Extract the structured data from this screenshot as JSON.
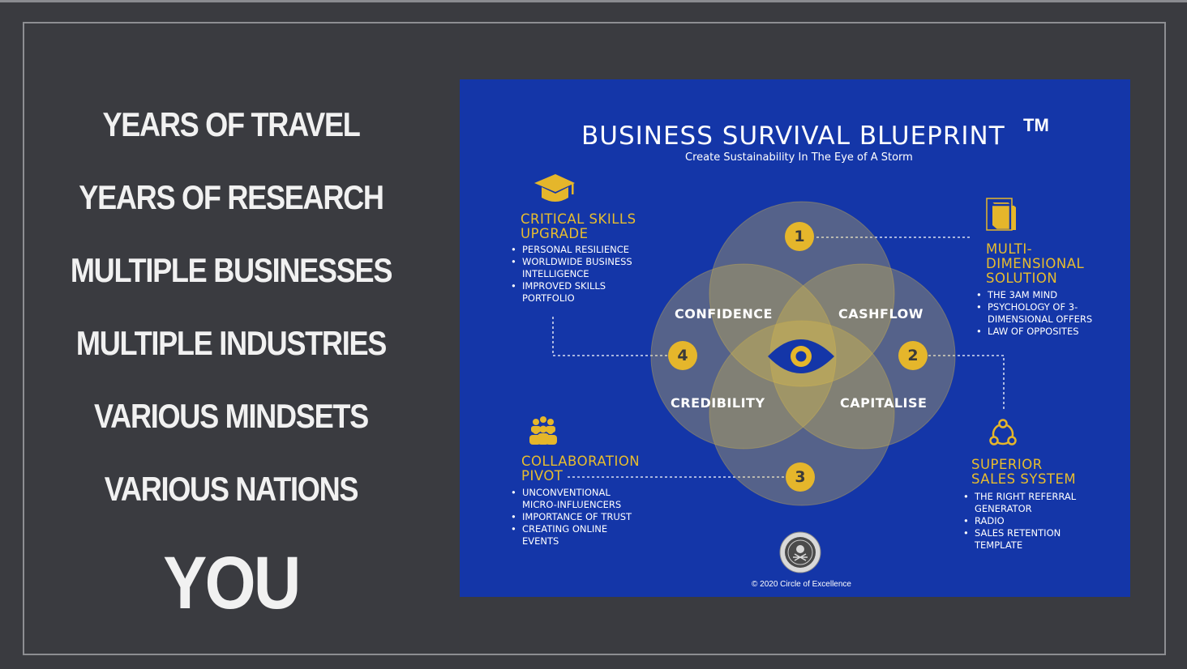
{
  "left_lines": [
    "YEARS OF TRAVEL",
    "YEARS OF RESEARCH",
    "MULTIPLE BUSINESSES",
    "MULTIPLE INDUSTRIES",
    "VARIOUS MINDSETS",
    "VARIOUS NATIONS"
  ],
  "you_label": "YOU",
  "blueprint": {
    "title": "BUSINESS SURVIVAL BLUEPRINT",
    "tm": "TM",
    "subtitle": "Create Sustainability In The Eye of A Storm",
    "venn_labels": [
      "CONFIDENCE",
      "CASHFLOW",
      "CREDIBILITY",
      "CAPITALISE"
    ],
    "numbers": [
      "1",
      "2",
      "3",
      "4"
    ],
    "sections": {
      "critical_skills": {
        "heading": [
          "CRITICAL SKILLS",
          "UPGRADE"
        ],
        "items": [
          "PERSONAL RESILIENCE",
          "WORLDWIDE BUSINESS",
          "INTELLIGENCE",
          "IMPROVED SKILLS",
          "PORTFOLIO"
        ]
      },
      "multi_dimensional": {
        "heading": [
          "MULTI-",
          "DIMENSIONAL",
          "SOLUTION"
        ],
        "items": [
          "THE 3AM MIND",
          "PSYCHOLOGY OF 3-",
          "DIMENSIONAL OFFERS",
          "LAW OF OPPOSITES"
        ]
      },
      "collaboration": {
        "heading": [
          "COLLABORATION",
          "PIVOT"
        ],
        "items": [
          "UNCONVENTIONAL",
          "MICRO-INFLUENCERS",
          "IMPORTANCE OF TRUST",
          "CREATING ONLINE",
          "EVENTS"
        ]
      },
      "sales": {
        "heading": [
          "SUPERIOR",
          "SALES SYSTEM"
        ],
        "items": [
          "THE RIGHT REFERRAL",
          "GENERATOR",
          "RADIO",
          "SALES RETENTION",
          "TEMPLATE"
        ]
      }
    },
    "copyright": "© 2020 Circle of Excellence",
    "colors": {
      "background": "#1436a8",
      "accent": "#e5b62b"
    },
    "icons": [
      "graduation-cap-icon",
      "cube-icon",
      "team-icon",
      "network-icon",
      "eye-icon",
      "seal-logo"
    ]
  }
}
